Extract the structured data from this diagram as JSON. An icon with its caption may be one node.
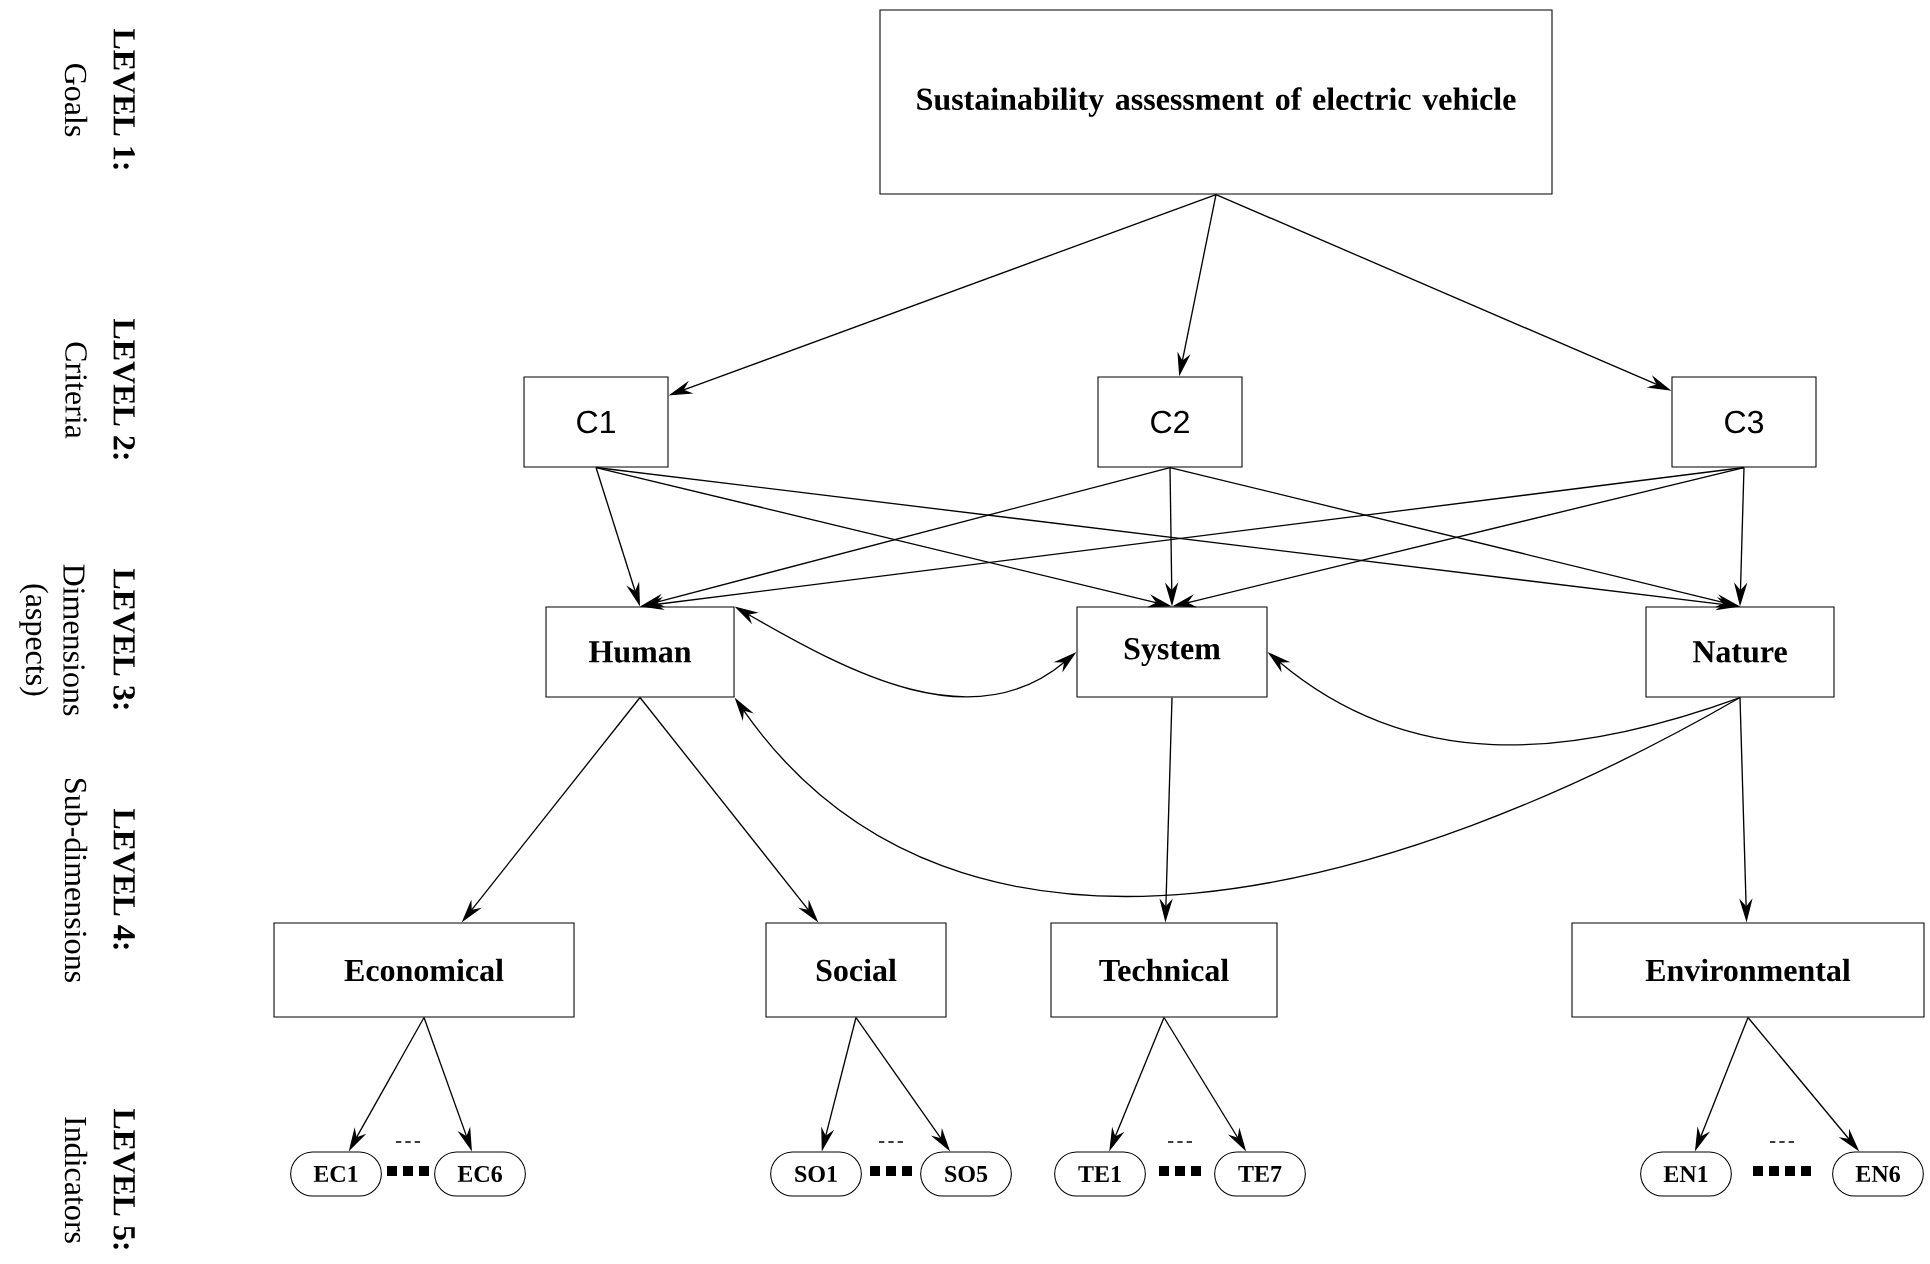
{
  "diagram": {
    "nodes": [
      {
        "text": [
          "Sustainability assessment of electric vehicle"
        ]
      },
      {
        "text": [
          "C1"
        ]
      },
      {
        "text": [
          "C2"
        ]
      },
      {
        "text": [
          "C3"
        ]
      },
      {
        "text": [
          "Human"
        ]
      },
      {
        "text": [
          "System"
        ]
      },
      {
        "text": [
          "Nature"
        ]
      },
      {
        "text": [
          "Economical"
        ]
      },
      {
        "text": [
          "Social"
        ]
      },
      {
        "text": [
          "Technical"
        ]
      },
      {
        "text": [
          "Environmental"
        ]
      },
      {
        "text": [
          "EC1"
        ]
      },
      {
        "text": [
          "EC6"
        ]
      },
      {
        "text": [
          "SO1"
        ]
      },
      {
        "text": [
          "SO5"
        ]
      },
      {
        "text": [
          "TE1"
        ]
      },
      {
        "text": [
          "TE7"
        ]
      },
      {
        "text": [
          "EN1"
        ]
      },
      {
        "text": [
          "EN6"
        ]
      }
    ],
    "edges": [
      {
        "from": 0,
        "to": 1,
        "arrow": "to"
      },
      {
        "from": 0,
        "to": 2,
        "arrow": "to"
      },
      {
        "from": 0,
        "to": 3,
        "arrow": "to"
      },
      {
        "from": 1,
        "to": 4,
        "arrow": "to"
      },
      {
        "from": 1,
        "to": 5,
        "arrow": "to"
      },
      {
        "from": 1,
        "to": 6,
        "arrow": "to"
      },
      {
        "from": 2,
        "to": 4,
        "arrow": "to"
      },
      {
        "from": 2,
        "to": 5,
        "arrow": "to"
      },
      {
        "from": 2,
        "to": 6,
        "arrow": "to"
      },
      {
        "from": 3,
        "to": 4,
        "arrow": "to"
      },
      {
        "from": 3,
        "to": 5,
        "arrow": "to"
      },
      {
        "from": 3,
        "to": 6,
        "arrow": "to"
      },
      {
        "from": 4,
        "to": 5,
        "arrow": "both"
      },
      {
        "from": 6,
        "to": 5,
        "arrow": "to"
      },
      {
        "from": 6,
        "to": 4,
        "arrow": "to"
      },
      {
        "from": 4,
        "to": 7,
        "arrow": "to"
      },
      {
        "from": 4,
        "to": 8,
        "arrow": "to"
      },
      {
        "from": 5,
        "to": 9,
        "arrow": "to"
      },
      {
        "from": 6,
        "to": 10,
        "arrow": "to"
      },
      {
        "from": 7,
        "to": 11,
        "arrow": "to"
      },
      {
        "from": 7,
        "to": 12,
        "arrow": "to"
      },
      {
        "from": 8,
        "to": 13,
        "arrow": "to"
      },
      {
        "from": 8,
        "to": 14,
        "arrow": "to"
      },
      {
        "from": 9,
        "to": 15,
        "arrow": "to"
      },
      {
        "from": 9,
        "to": 16,
        "arrow": "to"
      },
      {
        "from": 10,
        "to": 17,
        "arrow": "to"
      },
      {
        "from": 10,
        "to": 18,
        "arrow": "to"
      }
    ],
    "labels": [
      "LEVEL 1:",
      "Goals",
      "LEVEL 2:",
      "Criteria",
      "LEVEL 3:",
      "Dimensions (aspects)",
      "LEVEL 4:",
      "Sub-dimensions",
      "LEVEL 5:",
      "Indicators"
    ]
  }
}
